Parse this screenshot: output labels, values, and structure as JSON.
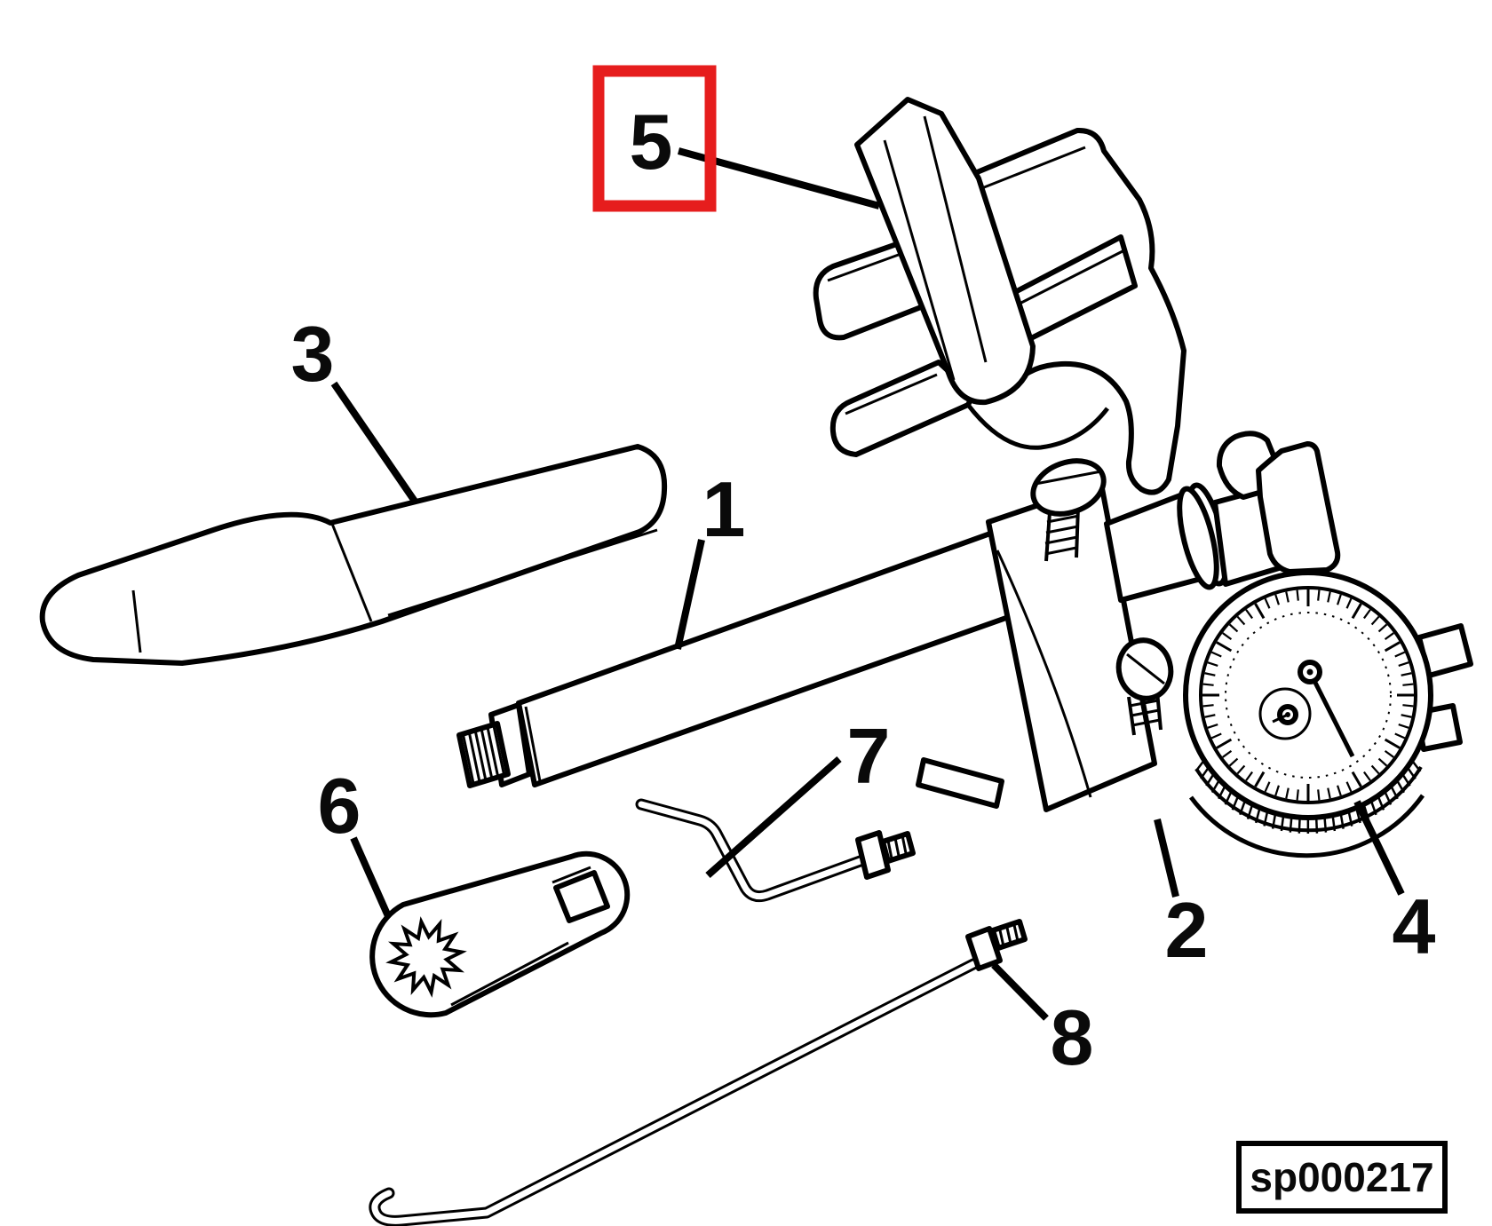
{
  "diagram": {
    "figure_code": "sp000217",
    "highlighted_callout": "5",
    "highlight_color": "#e61d1d",
    "line_color": "#000000",
    "background_color": "#ffffff",
    "callouts": [
      {
        "label": "1"
      },
      {
        "label": "2"
      },
      {
        "label": "3"
      },
      {
        "label": "4"
      },
      {
        "label": "5"
      },
      {
        "label": "6"
      },
      {
        "label": "7"
      },
      {
        "label": "8"
      }
    ]
  }
}
